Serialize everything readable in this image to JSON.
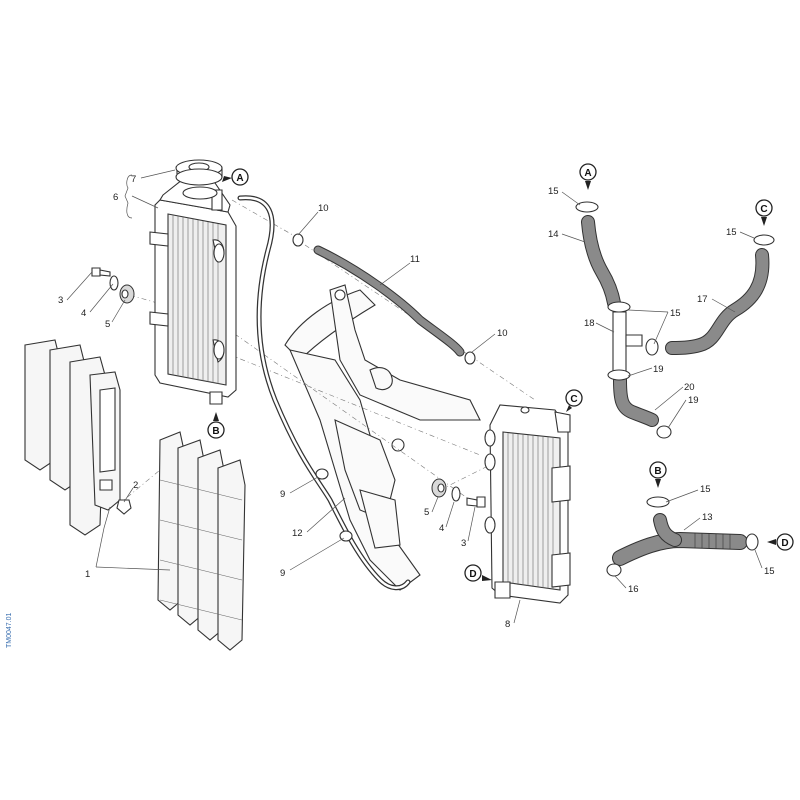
{
  "drawing_code": "TM0047.01",
  "part_numbers": [
    "1",
    "2",
    "3",
    "4",
    "5",
    "6",
    "7",
    "8",
    "9",
    "10",
    "11",
    "12",
    "13",
    "14",
    "15",
    "16",
    "17",
    "18",
    "19",
    "20"
  ],
  "callout_letters": [
    "A",
    "B",
    "C",
    "D"
  ],
  "colors": {
    "line": "#333333",
    "hose_fill": "#8a8a8a",
    "shroud": "#f4f4f4",
    "code_text": "#3a6fb0"
  }
}
